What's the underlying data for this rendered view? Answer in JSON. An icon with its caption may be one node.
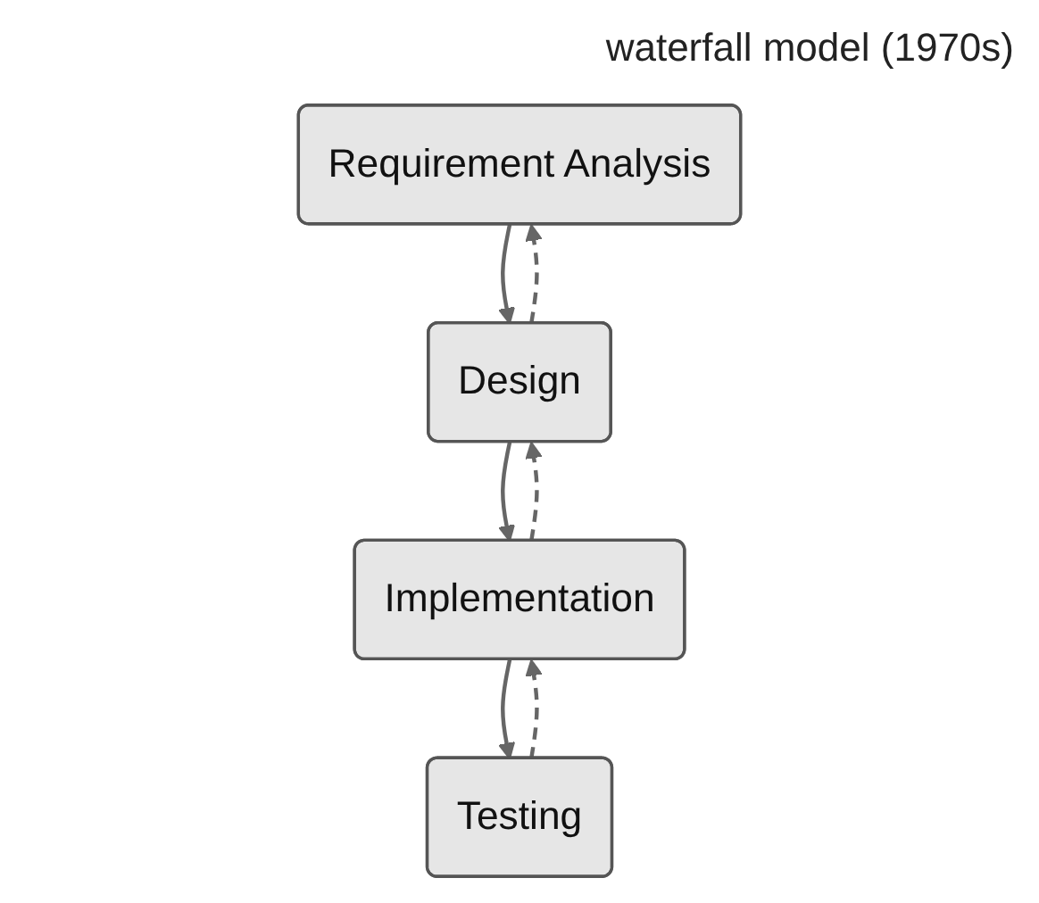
{
  "diagram": {
    "title": "waterfall model (1970s)",
    "nodes": [
      {
        "text": [
          "Requirement Analysis"
        ]
      },
      {
        "text": [
          "Design"
        ]
      },
      {
        "text": [
          "Implementation"
        ]
      },
      {
        "text": [
          "Testing"
        ]
      }
    ],
    "edges": [
      {
        "from": 0,
        "to": 1,
        "arrow": "to"
      },
      {
        "from": 1,
        "to": 0,
        "arrow": "to",
        "style": "dashed"
      },
      {
        "from": 1,
        "to": 2,
        "arrow": "to"
      },
      {
        "from": 2,
        "to": 1,
        "arrow": "to",
        "style": "dashed"
      },
      {
        "from": 2,
        "to": 3,
        "arrow": "to"
      },
      {
        "from": 3,
        "to": 2,
        "arrow": "to",
        "style": "dashed"
      }
    ]
  }
}
